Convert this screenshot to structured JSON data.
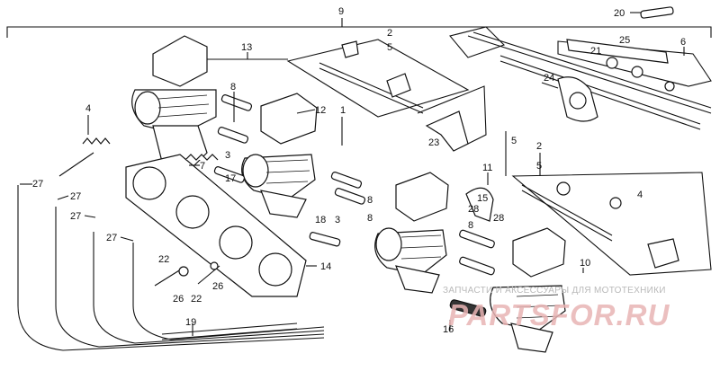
{
  "callouts": {
    "c9": "9",
    "c20": "20",
    "c2a": "2",
    "c5a": "5",
    "c6": "6",
    "c13": "13",
    "c21": "21",
    "c25": "25",
    "c24": "24",
    "c8a": "8",
    "c12": "12",
    "c4a": "4",
    "c1": "1",
    "c23": "23",
    "c5b": "5",
    "c2b": "2",
    "c5c": "5",
    "c3a": "3",
    "c7": "7",
    "c17": "17",
    "c11": "11",
    "c27a": "27",
    "c27b": "27",
    "c27c": "27",
    "c27d": "27",
    "c8b": "8",
    "c3b": "3",
    "c15": "15",
    "c28a": "28",
    "c28b": "28",
    "c4b": "4",
    "c18": "18",
    "c8c": "8",
    "c8d": "8",
    "c22a": "22",
    "c14": "14",
    "c26a": "26",
    "c22b": "22",
    "c26b": "26",
    "c10": "10",
    "c19": "19",
    "c16": "16"
  },
  "watermark": {
    "tagline": "ЗАПЧАСТИ И АКСЕССУАРЫ ДЛЯ МОТОТЕХНИКИ",
    "logo": "PARTSFOR.RU"
  },
  "colors": {
    "line": "#111111",
    "background": "#ffffff",
    "watermark_logo": "#e8b4b4"
  }
}
